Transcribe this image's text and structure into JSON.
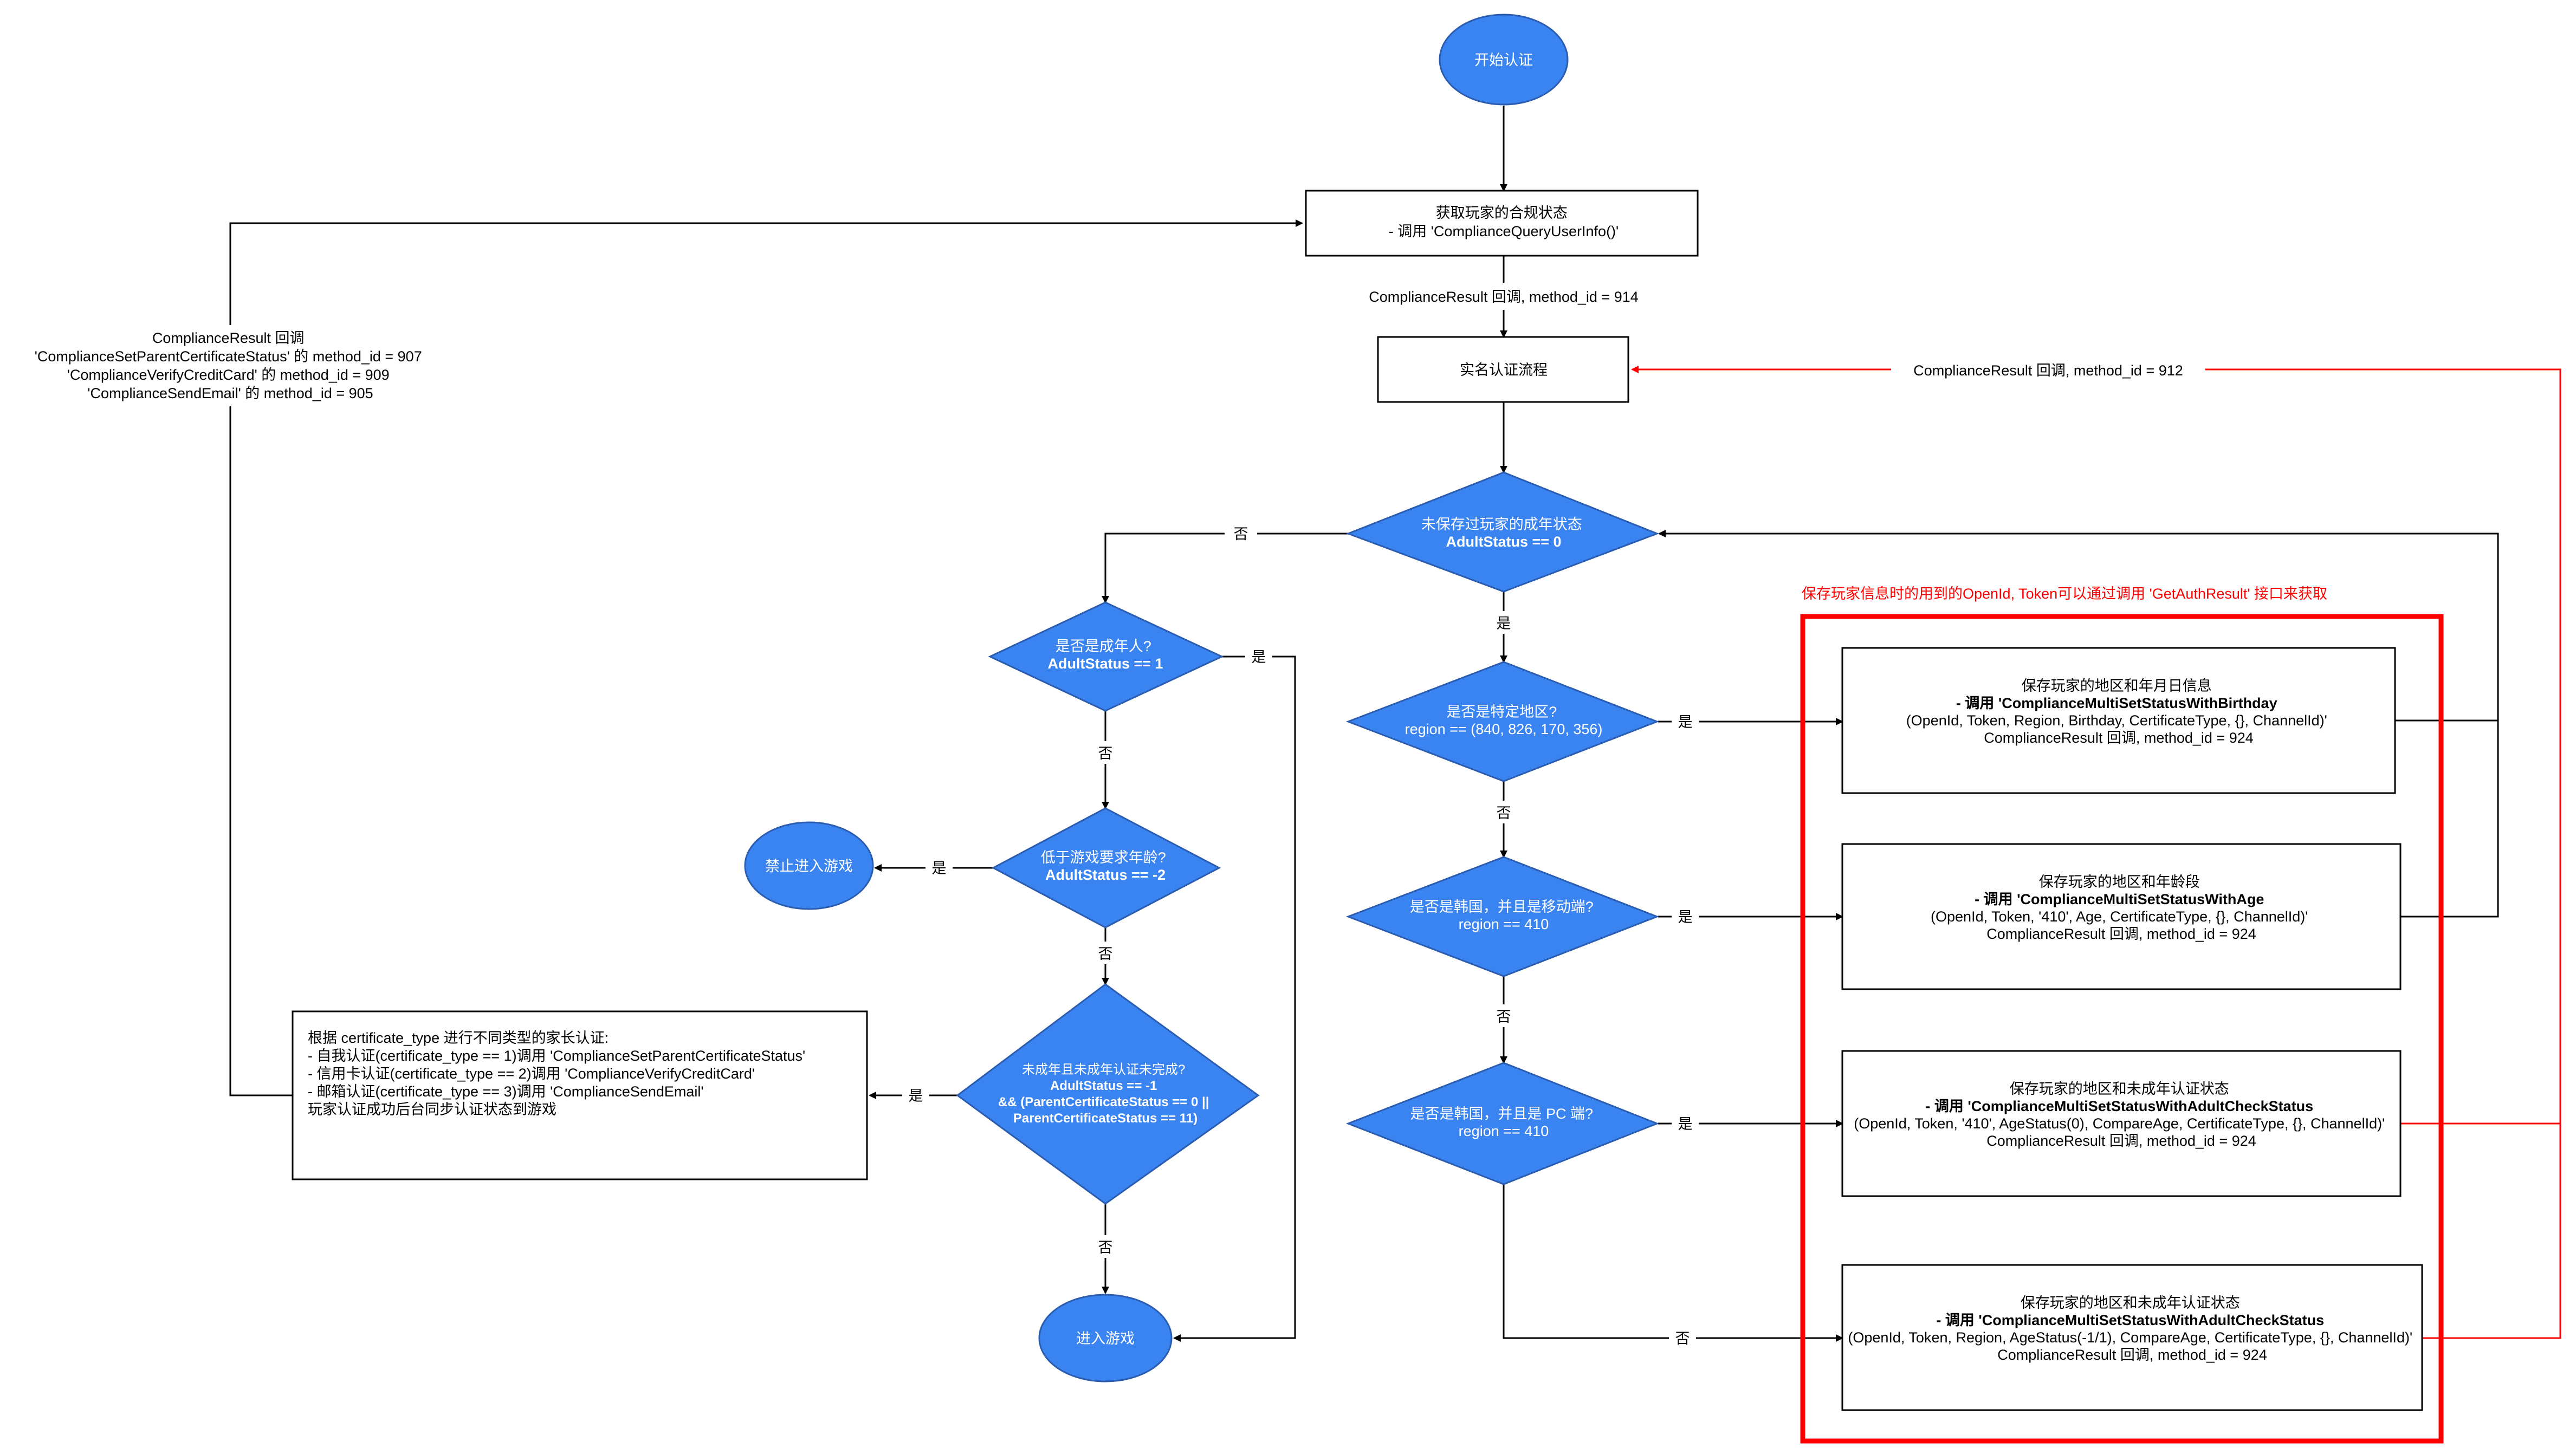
{
  "nodes": {
    "start": [
      "开始认证"
    ],
    "query": [
      "获取玩家的合规状态",
      "- 调用 'ComplianceQueryUserInfo()'"
    ],
    "realname": [
      "实名认证流程"
    ],
    "d_saved": [
      "未保存过玩家的成年状态",
      "AdultStatus == 0"
    ],
    "d_adult": [
      "是否是成年人?",
      "AdultStatus == 1"
    ],
    "forbid": [
      "禁止进入游戏"
    ],
    "d_age": [
      "低于游戏要求年龄?",
      "AdultStatus == -2"
    ],
    "d_minor": [
      "未成年且未成年认证未完成?",
      "AdultStatus == -1",
      "&& (ParentCertificateStatus == 0 ||",
      "ParentCertificateStatus == 11)"
    ],
    "enter": [
      "进入游戏"
    ],
    "parent": [
      "根据 certificate_type 进行不同类型的家长认证:",
      "",
      "- 自我认证(certificate_type == 1)调用 'ComplianceSetParentCertificateStatus'",
      "- 信用卡认证(certificate_type == 2)调用 'ComplianceVerifyCreditCard'",
      "- 邮箱认证(certificate_type == 3)调用 'ComplianceSendEmail'",
      "",
      "玩家认证成功后台同步认证状态到游戏"
    ],
    "d_region": [
      "是否是特定地区?",
      "region == (840, 826, 170, 356)"
    ],
    "d_kr_mobile": [
      "是否是韩国，并且是移动端?",
      "region == 410"
    ],
    "d_kr_pc": [
      "是否是韩国，并且是 PC 端?",
      "region == 410"
    ],
    "b_birthday": [
      "保存玩家的地区和年月日信息",
      "- 调用 'ComplianceMultiSetStatusWithBirthday",
      "(OpenId, Token, Region, Birthday, CertificateType, {}, ChannelId)'",
      "",
      "ComplianceResult 回调, method_id = 924"
    ],
    "b_age": [
      "保存玩家的地区和年龄段",
      "- 调用 'ComplianceMultiSetStatusWithAge",
      "(OpenId, Token, '410', Age, CertificateType, {}, ChannelId)'",
      "",
      "ComplianceResult 回调, method_id = 924"
    ],
    "b_check410": [
      "保存玩家的地区和未成年认证状态",
      "- 调用 'ComplianceMultiSetStatusWithAdultCheckStatus",
      "(OpenId, Token, '410', AgeStatus(0), CompareAge, CertificateType, {}, ChannelId)'",
      "",
      "ComplianceResult 回调, method_id = 924"
    ],
    "b_check_region": [
      "保存玩家的地区和未成年认证状态",
      "- 调用 'ComplianceMultiSetStatusWithAdultCheckStatus",
      "(OpenId, Token, Region, AgeStatus(-1/1), CompareAge, CertificateType, {}, ChannelId)'",
      "",
      "ComplianceResult 回调, method_id = 924"
    ]
  },
  "labels": {
    "yes": "是",
    "no": "否",
    "cb914": "ComplianceResult 回调, method_id = 914",
    "cb912": "ComplianceResult 回调, method_id = 912",
    "left_callback": [
      "ComplianceResult 回调",
      "'ComplianceSetParentCertificateStatus' 的 method_id = 907",
      "'ComplianceVerifyCreditCard' 的 method_id = 909",
      "'ComplianceSendEmail' 的 method_id = 905"
    ],
    "red_note": "保存玩家信息时的用到的OpenId, Token可以通过调用 'GetAuthResult' 接口来获取"
  },
  "colors": {
    "node_fill": "#3a84f2",
    "node_stroke": "#2a5cb0",
    "accent_red": "#ff0000",
    "line": "#000000"
  }
}
